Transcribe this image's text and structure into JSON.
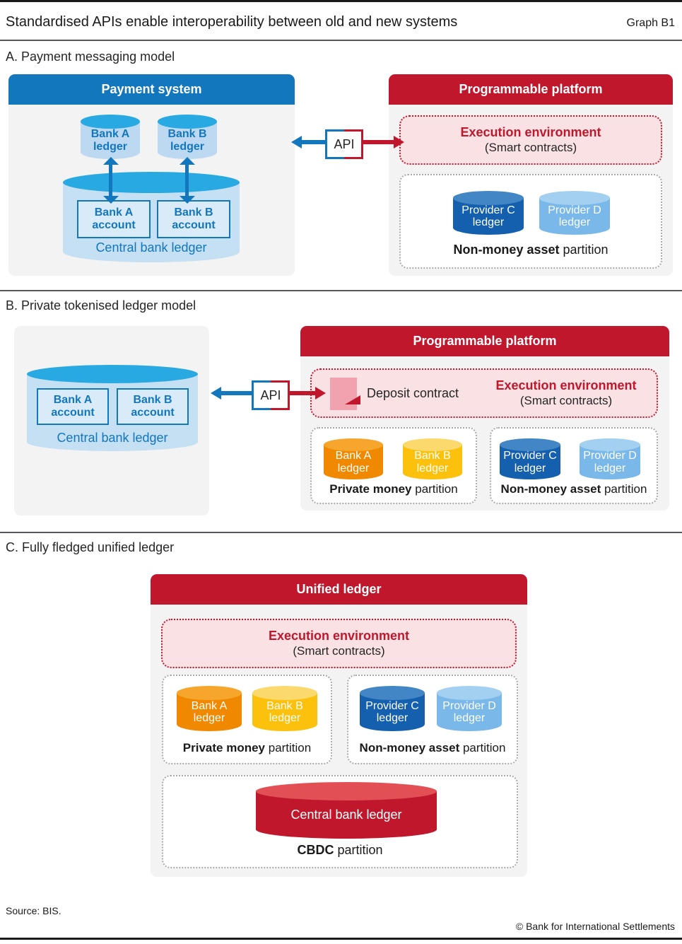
{
  "header": {
    "title": "Standardised APIs enable interoperability between old and new systems",
    "graph_label": "Graph B1"
  },
  "panel_a": {
    "heading": "A. Payment messaging model",
    "payment_system": {
      "title": "Payment system",
      "bank_a_ledger": "Bank A ledger",
      "bank_b_ledger": "Bank B ledger",
      "bank_a_account": "Bank A account",
      "bank_b_account": "Bank B account",
      "central_bank_ledger": "Central bank ledger"
    },
    "api_label": "API",
    "platform": {
      "title": "Programmable platform",
      "execution_environment": "Execution environment",
      "smart_contracts": "(Smart contracts)",
      "non_money": {
        "provider_c_ledger": "Provider C ledger",
        "provider_d_ledger": "Provider D ledger",
        "label_bold": "Non-money asset",
        "label_rest": " partition"
      }
    }
  },
  "panel_b": {
    "heading": "B. Private tokenised ledger model",
    "central_bank_system": {
      "bank_a_account": "Bank A account",
      "bank_b_account": "Bank B account",
      "central_bank_ledger": "Central bank ledger"
    },
    "api_label": "API",
    "platform": {
      "title": "Programmable platform",
      "deposit_contract": "Deposit contract",
      "execution_environment": "Execution environment",
      "smart_contracts": "(Smart contracts)",
      "private_money": {
        "bank_a_ledger": "Bank A ledger",
        "bank_b_ledger": "Bank B ledger",
        "label_bold": "Private money",
        "label_rest": " partition"
      },
      "non_money": {
        "provider_c_ledger": "Provider C ledger",
        "provider_d_ledger": "Provider D ledger",
        "label_bold": "Non-money asset",
        "label_rest": " partition"
      }
    }
  },
  "panel_c": {
    "heading": "C. Fully fledged unified ledger",
    "unified_ledger": {
      "title": "Unified ledger",
      "execution_environment": "Execution environment",
      "smart_contracts": "(Smart contracts)",
      "private_money": {
        "bank_a_ledger": "Bank A ledger",
        "bank_b_ledger": "Bank B ledger",
        "label_bold": "Private money",
        "label_rest": " partition"
      },
      "non_money": {
        "provider_c_ledger": "Provider C ledger",
        "provider_d_ledger": "Provider D ledger",
        "label_bold": "Non-money asset",
        "label_rest": " partition"
      },
      "cbdc": {
        "central_bank_ledger": "Central bank ledger",
        "label_bold": "CBDC",
        "label_rest": " partition"
      }
    }
  },
  "footer": {
    "source": "Source: BIS.",
    "copyright": "© Bank for International Settlements"
  },
  "colors": {
    "blue": "#1277bd",
    "cyan_top": "#29a9e1",
    "light_blue_body": "#bdd9f1",
    "big_cyl_body": "#c5dff3",
    "red": "#c0172d",
    "red_cyl_top": "#e25056",
    "pink_exec_bg": "#f9e1e4",
    "pink_icon": "#f2a2af",
    "orange_body": "#f08900",
    "orange_top": "#f6a62c",
    "yellow_body": "#fcc10d",
    "yellow_top": "#fcd96d",
    "dark_blue_body": "#1460ae",
    "dark_blue_top": "#4286c5",
    "provider_d_body": "#79b8e8",
    "provider_d_top": "#a3cff0",
    "panel_bg": "#f3f3f4",
    "partition_bg": "#ffffff"
  }
}
